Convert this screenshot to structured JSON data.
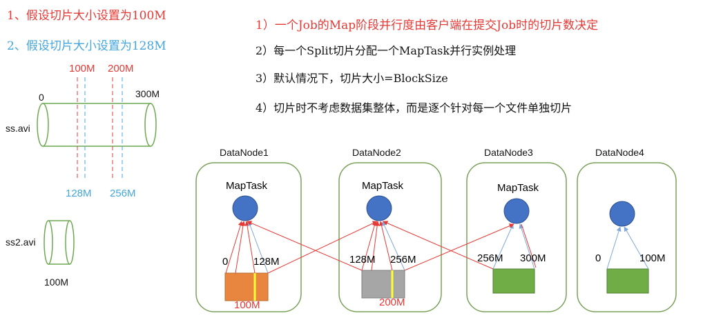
{
  "colors": {
    "red": "#e53935",
    "blue": "#44a6dc",
    "green": "#6aa84f",
    "node_border": "#7aa05a",
    "circle": "#4472c4",
    "orange": "#e88640",
    "gray": "#a6a6a6",
    "yellow": "#ffff33",
    "block_green": "#70ad47"
  },
  "headings": {
    "case_100": "1、假设切片大小设置为100M",
    "case_128": "2、假设切片大小设置为128M"
  },
  "notes": [
    "1）一个Job的Map阶段并行度由客户端在提交Job时的切片数决定",
    "2）每一个Split切片分配一个MapTask并行实例处理",
    "3）默认情况下，切片大小=BlockSize",
    "4）切片时不考虑数据集整体，而是逐个针对每一个文件单独切片"
  ],
  "file1": {
    "name": "ss.avi",
    "start": "0",
    "end": "300M",
    "split_100": [
      "100M",
      "200M"
    ],
    "split_128": [
      "128M",
      "256M"
    ]
  },
  "file2": {
    "name": "ss2.avi",
    "size": "100M"
  },
  "nodes": [
    {
      "name": "DataNode1",
      "task": "MapTask",
      "left_label": "0",
      "right_label": "128M",
      "bottom_label": "100M"
    },
    {
      "name": "DataNode2",
      "task": "MapTask",
      "left_label": "128M",
      "right_label": "256M",
      "bottom_label": "200M"
    },
    {
      "name": "DataNode3",
      "task": "MapTask",
      "left_label": "256M",
      "right_label": "300M",
      "bottom_label": ""
    },
    {
      "name": "DataNode4",
      "task": "",
      "left_label": "0",
      "right_label": "100M",
      "bottom_label": ""
    }
  ]
}
